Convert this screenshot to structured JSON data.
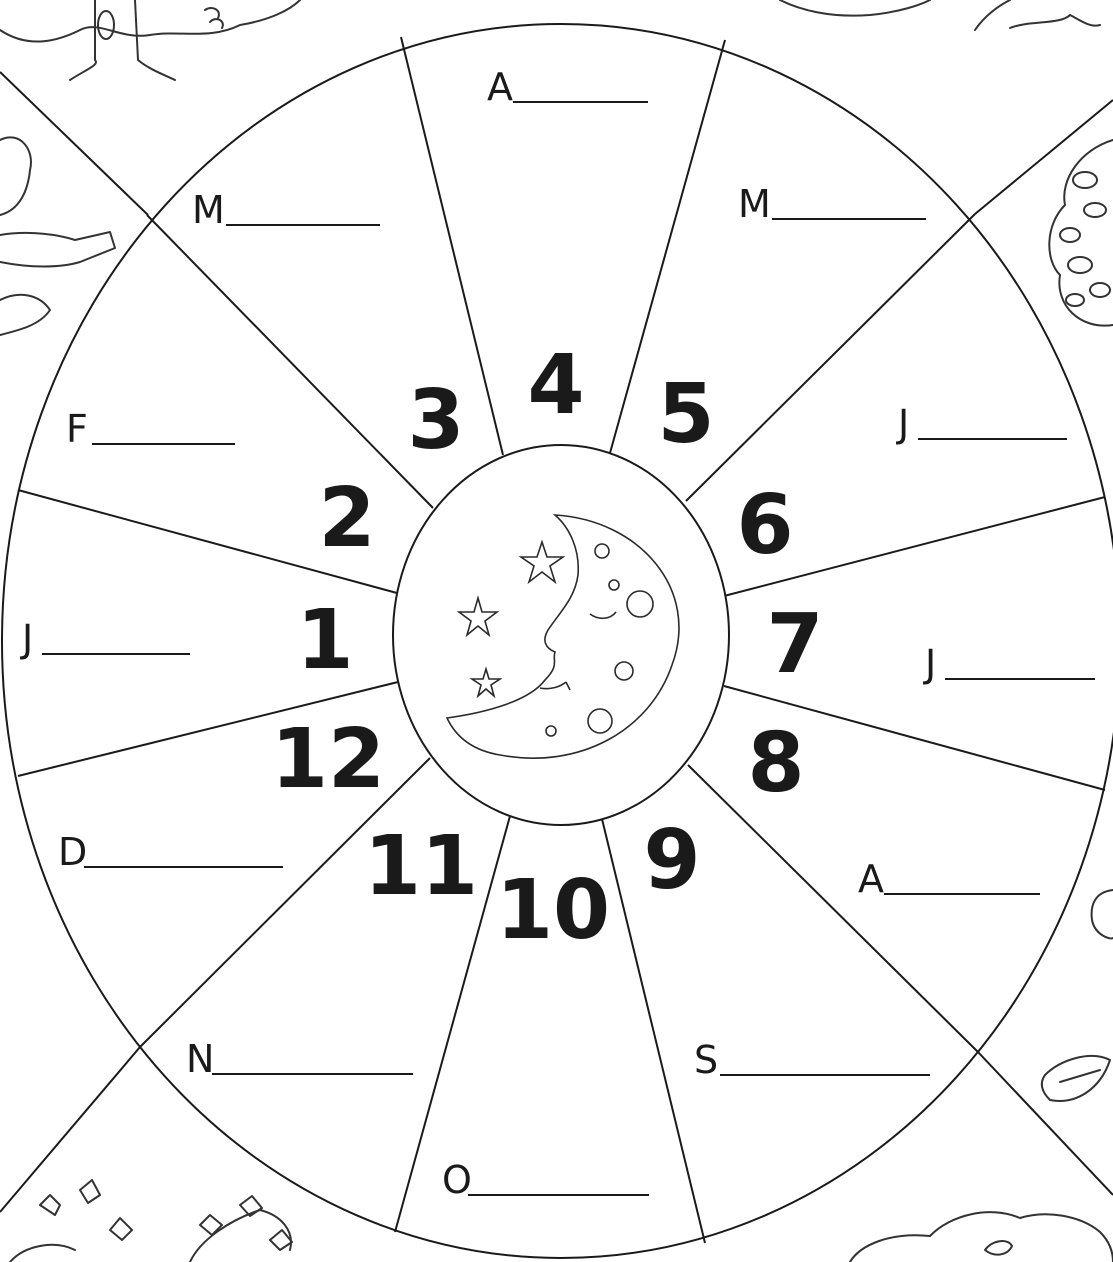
{
  "months": [
    {
      "number": "1",
      "initial": "J"
    },
    {
      "number": "2",
      "initial": "F"
    },
    {
      "number": "3",
      "initial": "M"
    },
    {
      "number": "4",
      "initial": "A"
    },
    {
      "number": "5",
      "initial": "M"
    },
    {
      "number": "6",
      "initial": "J"
    },
    {
      "number": "7",
      "initial": "J"
    },
    {
      "number": "8",
      "initial": "A"
    },
    {
      "number": "9",
      "initial": "S"
    },
    {
      "number": "10",
      "initial": "O"
    },
    {
      "number": "11",
      "initial": "N"
    },
    {
      "number": "12",
      "initial": "D"
    }
  ],
  "colors": {
    "ink": "#1a1a1a",
    "paper": "#ffffff"
  },
  "icons": {
    "center": "crescent-moon-face-with-stars-icon",
    "corners": [
      "winter-tree-icon",
      "summer-tree-icon",
      "autumn-leaves-icon",
      "spring-bush-icon"
    ]
  }
}
